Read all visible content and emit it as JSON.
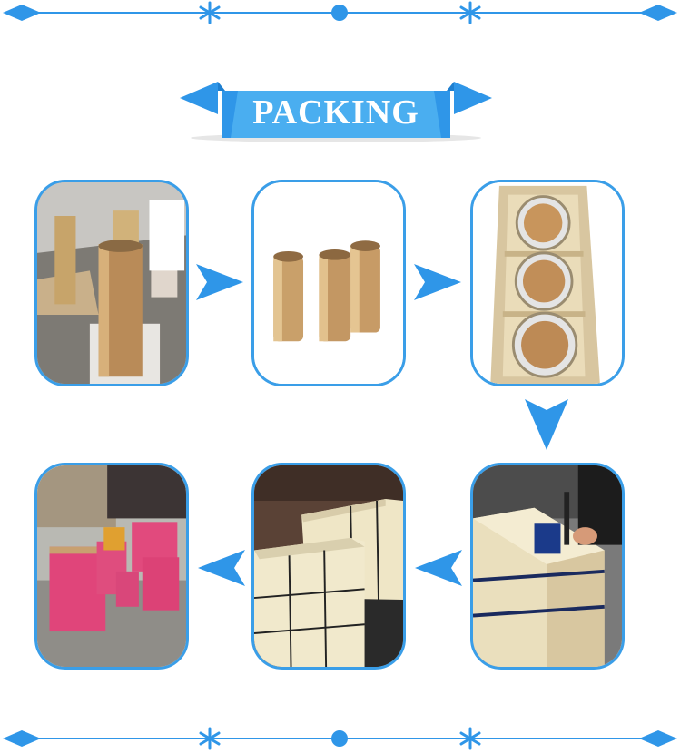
{
  "banner": {
    "title": "PACKING"
  },
  "colors": {
    "accent": "#2f96e8",
    "frame": "#3a9ee8",
    "ribbon_dark": "#1e7fd0"
  },
  "decorations": {
    "top": [
      "diamond-icon",
      "asterisk-icon",
      "circle-icon",
      "asterisk-icon",
      "diamond-icon"
    ],
    "bottom": [
      "diamond-icon",
      "asterisk-icon",
      "circle-icon",
      "asterisk-icon",
      "diamond-icon"
    ]
  },
  "steps": [
    {
      "name": "bronze-bushings-wrapped-photo"
    },
    {
      "name": "three-bushings-photo"
    },
    {
      "name": "bushings-in-wooden-crate-photo"
    },
    {
      "name": "strapping-crate-photo"
    },
    {
      "name": "stacked-wooden-crates-photo"
    },
    {
      "name": "red-crates-loading-truck-photo"
    }
  ],
  "flow_arrows": [
    "arrow-right-icon",
    "arrow-right-icon",
    "arrow-down-icon",
    "arrow-left-icon",
    "arrow-left-icon"
  ]
}
